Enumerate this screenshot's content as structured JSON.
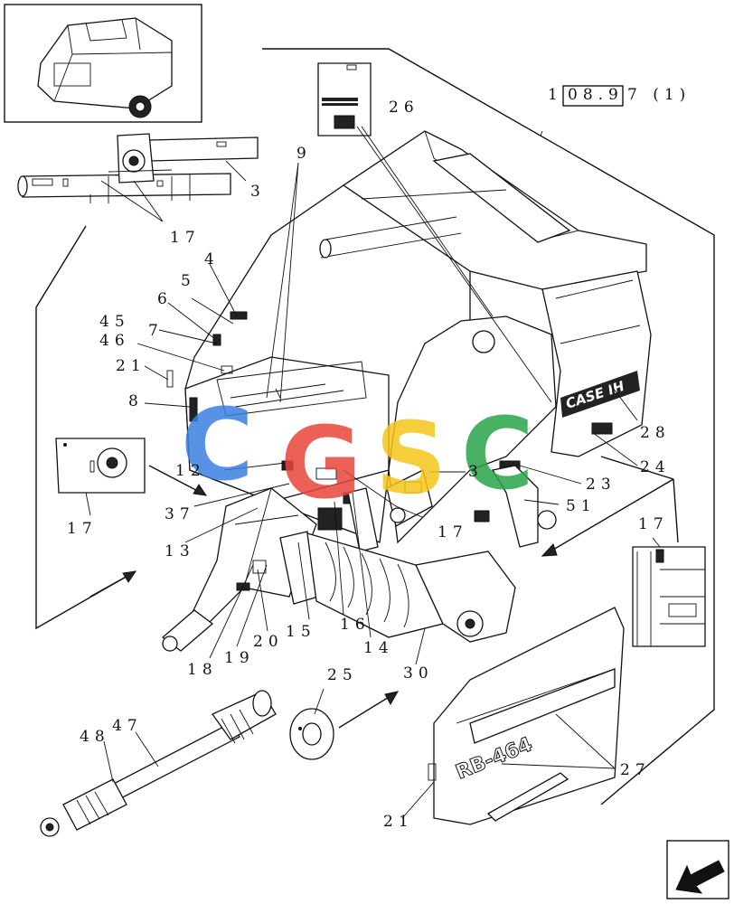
{
  "diagram": {
    "reference": {
      "prefix": "1",
      "boxed": "08.9",
      "suffix": "7 (1)"
    },
    "brand_decal": "CASE IH",
    "model_decal": "RB-464",
    "watermark": [
      "C",
      "G",
      "S",
      "C"
    ],
    "watermark_colors": [
      "#3b7fe0",
      "#e8463c",
      "#f5c518",
      "#2aa44a"
    ],
    "callouts": {
      "c26": "26",
      "c9": "9",
      "c3a": "3",
      "c17a": "17",
      "c4": "4",
      "c5": "5",
      "c6": "6",
      "c45": "45",
      "c7": "7",
      "c46": "46",
      "c21a": "21",
      "c8": "8",
      "c28": "28",
      "c24": "24",
      "c12": "12",
      "c3b": "3",
      "c23": "23",
      "c37": "37",
      "c51": "51",
      "c17b": "17",
      "c17c": "17",
      "c17d": "17",
      "c13": "13",
      "c16": "16",
      "c15": "15",
      "c20": "20",
      "c14": "14",
      "c18": "18",
      "c19": "19",
      "c30": "30",
      "c25": "25",
      "c48": "48",
      "c47": "47",
      "c27": "27",
      "c21b": "21"
    }
  }
}
